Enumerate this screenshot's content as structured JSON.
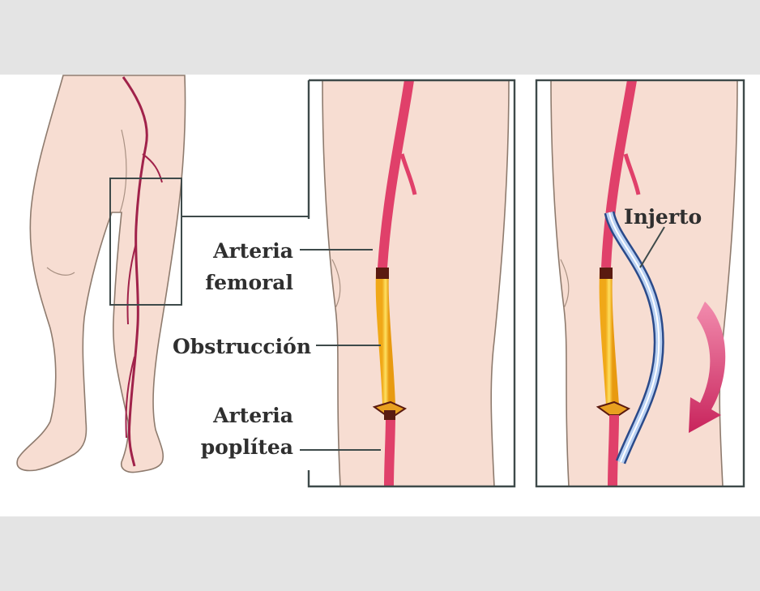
{
  "labels": {
    "femoral_line1": "Arteria",
    "femoral_line2": "femoral",
    "obstruction": "Obstrucción",
    "popliteal_line1": "Arteria",
    "popliteal_line2": "poplítea",
    "graft": "Injerto"
  },
  "colors": {
    "skin": "#f7ddd2",
    "skin_outline": "#8e7b6e",
    "artery": "#e0406a",
    "artery_dark": "#a0224a",
    "blockage": "#f4c21c",
    "graft": "#7fa8e0",
    "frame": "#3e4a4a",
    "arrow": "#d8457a"
  }
}
